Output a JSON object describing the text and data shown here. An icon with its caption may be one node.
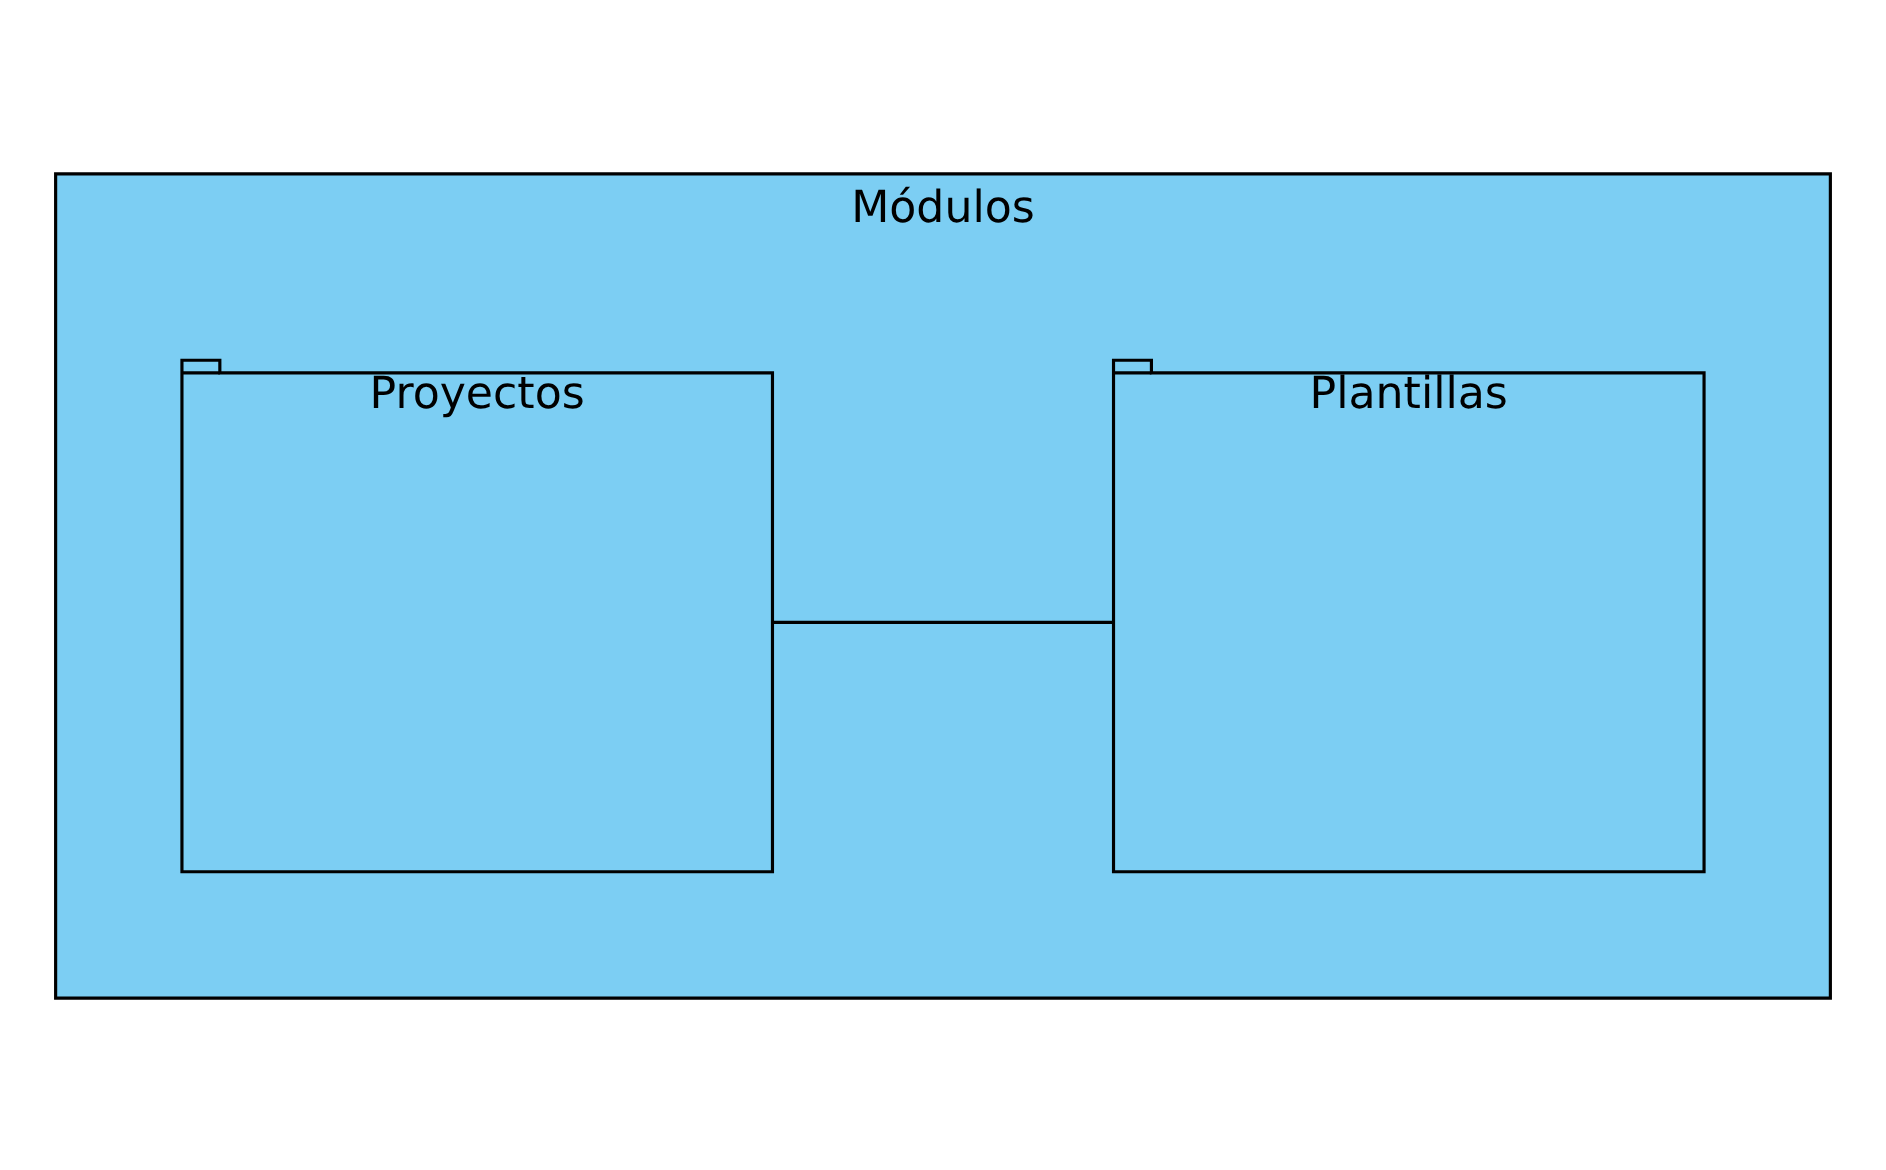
{
  "diagram": {
    "nodes": [
      {
        "text": [
          "Módulos"
        ]
      },
      {
        "text": [
          "Proyectos"
        ],
        "in": 0
      },
      {
        "text": [
          "Plantillas"
        ],
        "in": 0
      }
    ],
    "edges": [
      {
        "from": 1,
        "to": 2,
        "arrow": "none"
      }
    ]
  }
}
